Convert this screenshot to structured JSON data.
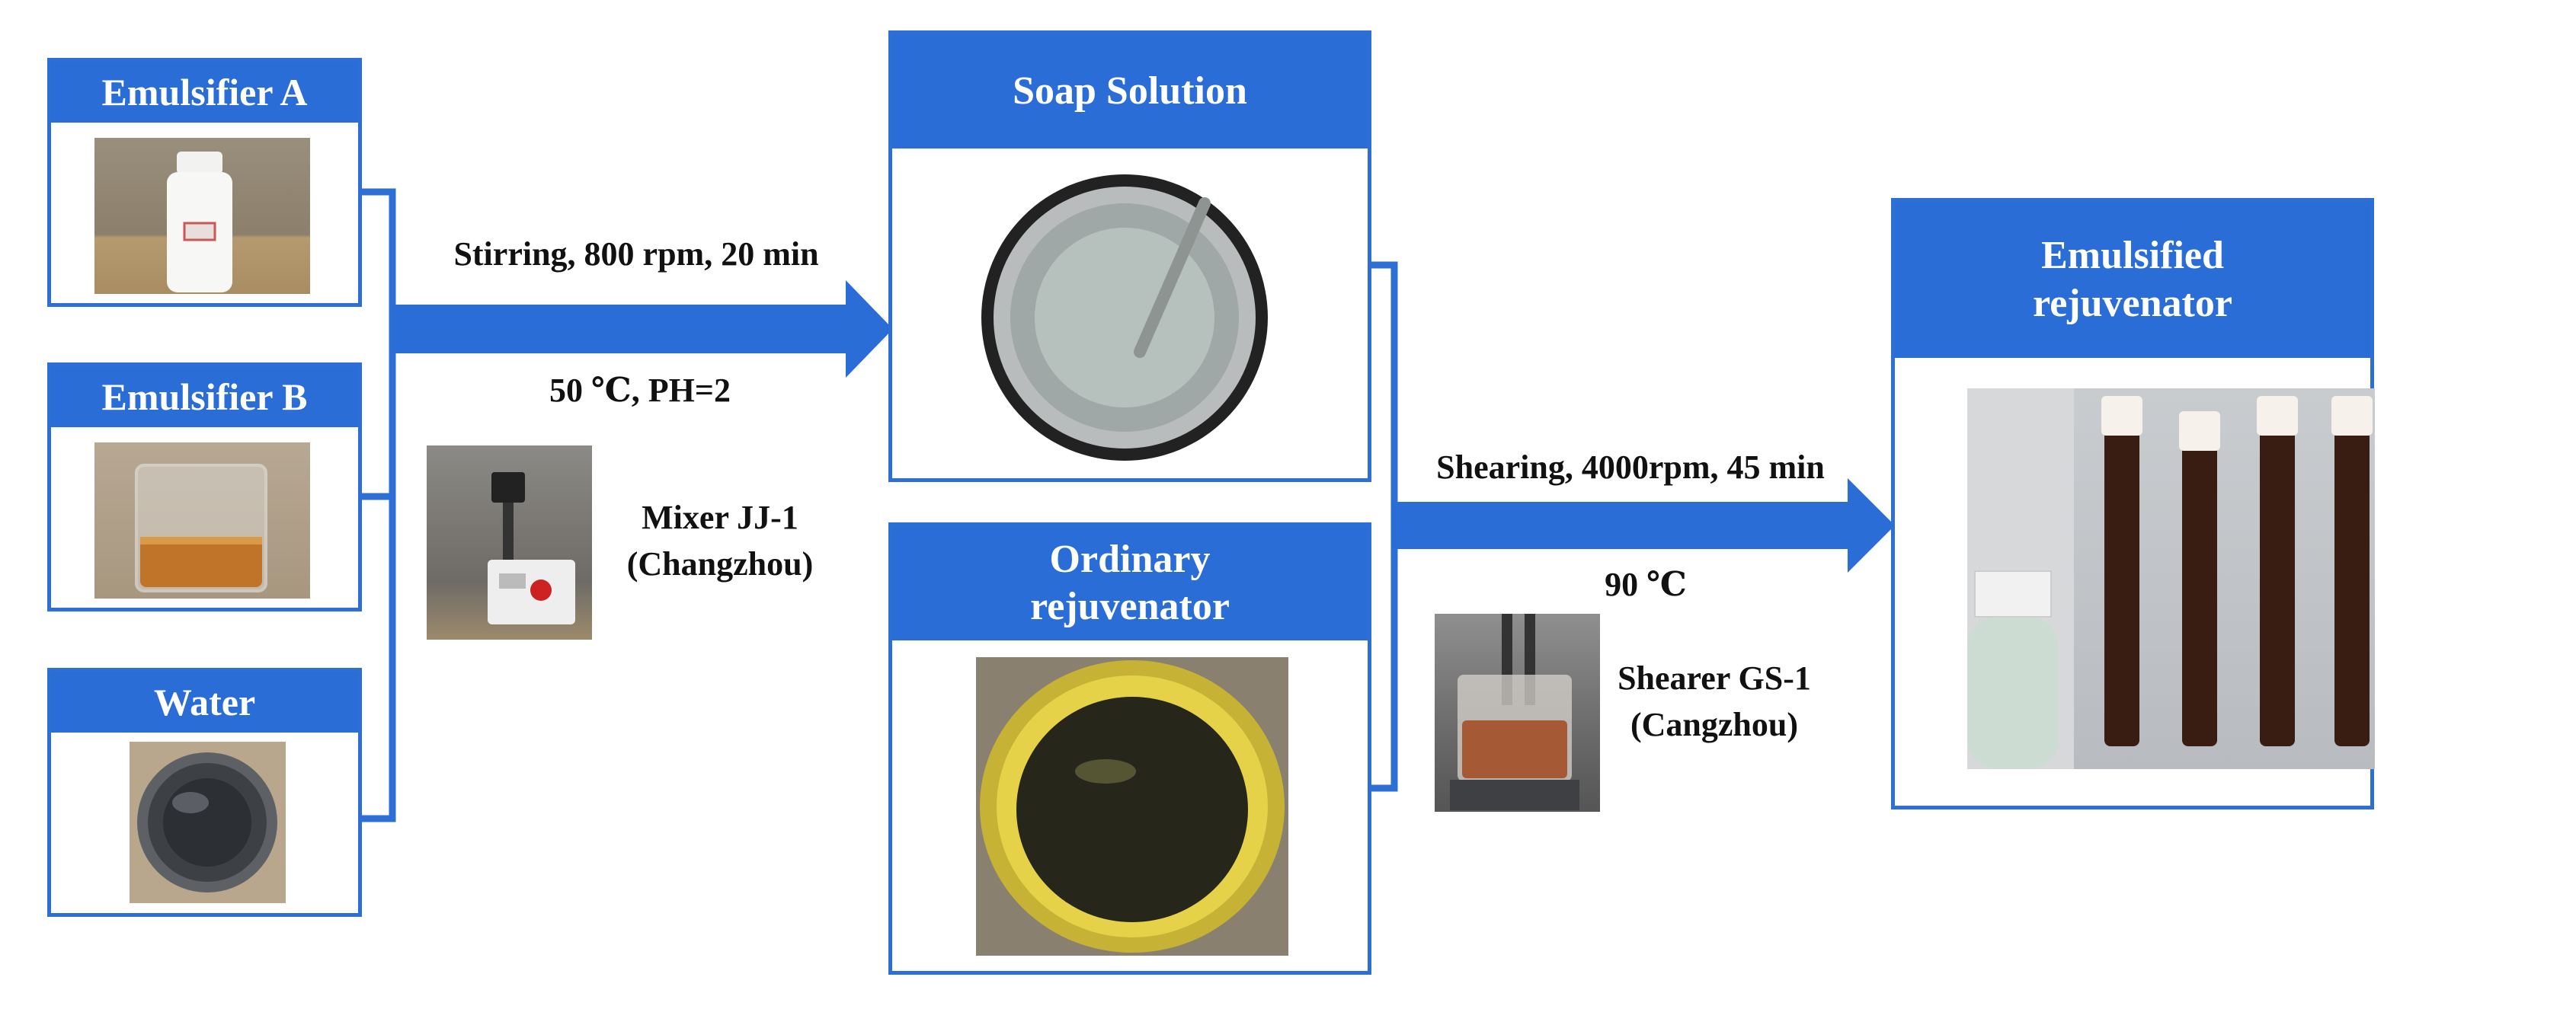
{
  "colors": {
    "accent": "#2A6DD6",
    "border": "#2E6FD6",
    "text": "#111111"
  },
  "inputs": {
    "emulsifier_a": {
      "title": "Emulsifier A"
    },
    "emulsifier_b": {
      "title": "Emulsifier B"
    },
    "water": {
      "title": "Water"
    }
  },
  "step1": {
    "condition_top": "Stirring, 800 rpm, 20 min",
    "condition_bottom": "50 ℃, PH=2",
    "equipment_line1": "Mixer JJ-1",
    "equipment_line2": "(Changzhou)"
  },
  "intermediates": {
    "soap_solution": {
      "title": "Soap Solution"
    },
    "ordinary_rejuvenator": {
      "title_line1": "Ordinary",
      "title_line2": "rejuvenator"
    }
  },
  "step2": {
    "condition_top": "Shearing, 4000rpm, 45 min",
    "condition_bottom": "90 ℃",
    "equipment_line1": "Shearer GS-1",
    "equipment_line2": "(Cangzhou)"
  },
  "output": {
    "title_line1": "Emulsified",
    "title_line2": "rejuvenator"
  }
}
